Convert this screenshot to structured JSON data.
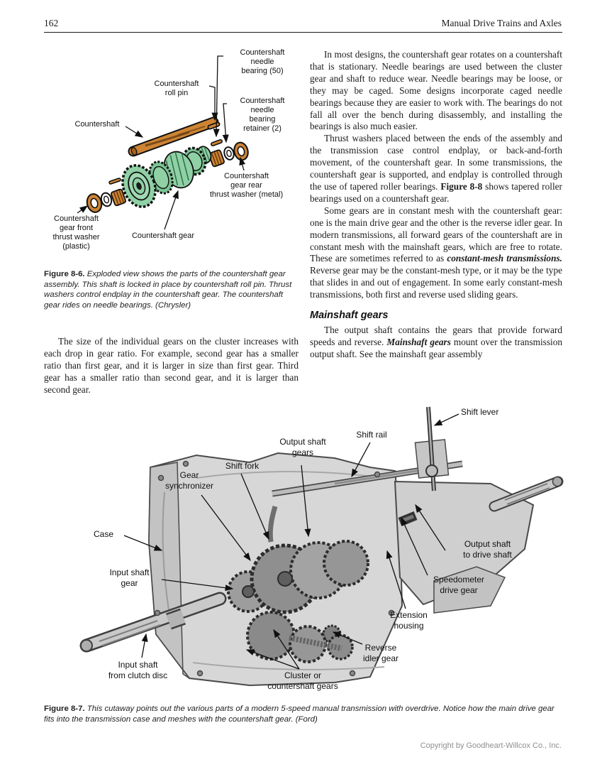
{
  "header": {
    "page_number": "162",
    "title": "Manual Drive Trains and Axles"
  },
  "colors": {
    "shaft_orange": "#cd8434",
    "gear_green": "#8fd0a5",
    "gear_green_dark": "#7cc493",
    "footer_gray": "#8f8f8f"
  },
  "figure86": {
    "labels": {
      "needle_bearing": "Countershaft\nneedle\nbearing (50)",
      "roll_pin": "Countershaft\nroll pin",
      "countershaft": "Countershaft",
      "retainer": "Countershaft\nneedle\nbearing\nretainer (2)",
      "rear_washer": "Countershaft\ngear rear\nthrust washer (metal)",
      "front_washer": "Countershaft\ngear front\nthrust washer\n(plastic)",
      "gear": "Countershaft gear"
    },
    "caption_label": "Figure 8-6.",
    "caption_text": " Exploded view shows the parts of the countershaft gear assembly. This shaft is locked in place by countershaft roll pin. Thrust washers control endplay in the countershaft gear. The countershaft gear rides on needle bearings. (Chrysler)"
  },
  "figure87": {
    "labels": {
      "shift_lever": "Shift lever",
      "shift_rail": "Shift rail",
      "output_shaft_gears": "Output shaft\ngears",
      "shift_fork": "Shift fork",
      "gear_synchronizer": "Gear\nsynchronizer",
      "case": "Case",
      "input_shaft_gear": "Input shaft\ngear",
      "input_shaft": "Input shaft\nfrom clutch disc",
      "output_shaft": "Output shaft\nto drive shaft",
      "speedometer": "Speedometer\ndrive gear",
      "extension": "Extension\nhousing",
      "reverse_idler": "Reverse\nidler gear",
      "cluster": "Cluster or\ncountershaft gears"
    },
    "caption_label": "Figure 8-7.",
    "caption_text": " This cutaway points out the various parts of a modern 5-speed manual transmission with overdrive. Notice how the main drive gear fits into the transmission case and meshes with the countershaft gear. (Ford)"
  },
  "left_column": {
    "p_cluster": "The size of the individual gears on the cluster increases with each drop in gear ratio. For example, second gear has a smaller ratio than first gear, and it is larger in size than first gear. Third gear has a smaller ratio than second gear, and it is larger than second gear."
  },
  "right_column": {
    "p1": "In most designs, the countershaft gear rotates on a countershaft that is stationary. Needle bearings are used between the cluster gear and shaft to reduce wear. Needle bearings may be loose, or they may be caged. Some designs incorporate caged needle bearings because they are easier to work with. The bearings do not fall all over the bench during disassembly, and installing the bearings is also much easier.",
    "p2_pre": "Thrust washers placed between the ends of the assembly and the transmission case control endplay, or back-and-forth movement, of the countershaft gear. In some transmissions, the countershaft gear is supported, and endplay is controlled through the use of tapered roller bearings. ",
    "p2_bold": "Figure 8-8",
    "p2_post": " shows tapered roller bearings used on a countershaft gear.",
    "p3_pre": "Some gears are in constant mesh with the countershaft gear: one is the main drive gear and the other is the reverse idler gear. In modern transmissions, all forward gears of the countershaft are in constant mesh with the mainshaft gears, which are free to rotate. These are sometimes referred to as ",
    "p3_bold_italic": "constant-mesh transmissions.",
    "p3_post": " Reverse gear may be the constant-mesh type, or it may be the type that slides in and out of engagement. In some early constant-mesh transmissions, both first and reverse used sliding gears.",
    "heading": "Mainshaft gears",
    "p4_pre": "The output shaft contains the gears that provide forward speeds and reverse. ",
    "p4_bold_italic": "Mainshaft gears",
    "p4_post": " mount over the transmission output shaft. See the mainshaft gear assembly"
  },
  "footer": {
    "copyright": "Copyright by Goodheart-Willcox Co., Inc."
  }
}
